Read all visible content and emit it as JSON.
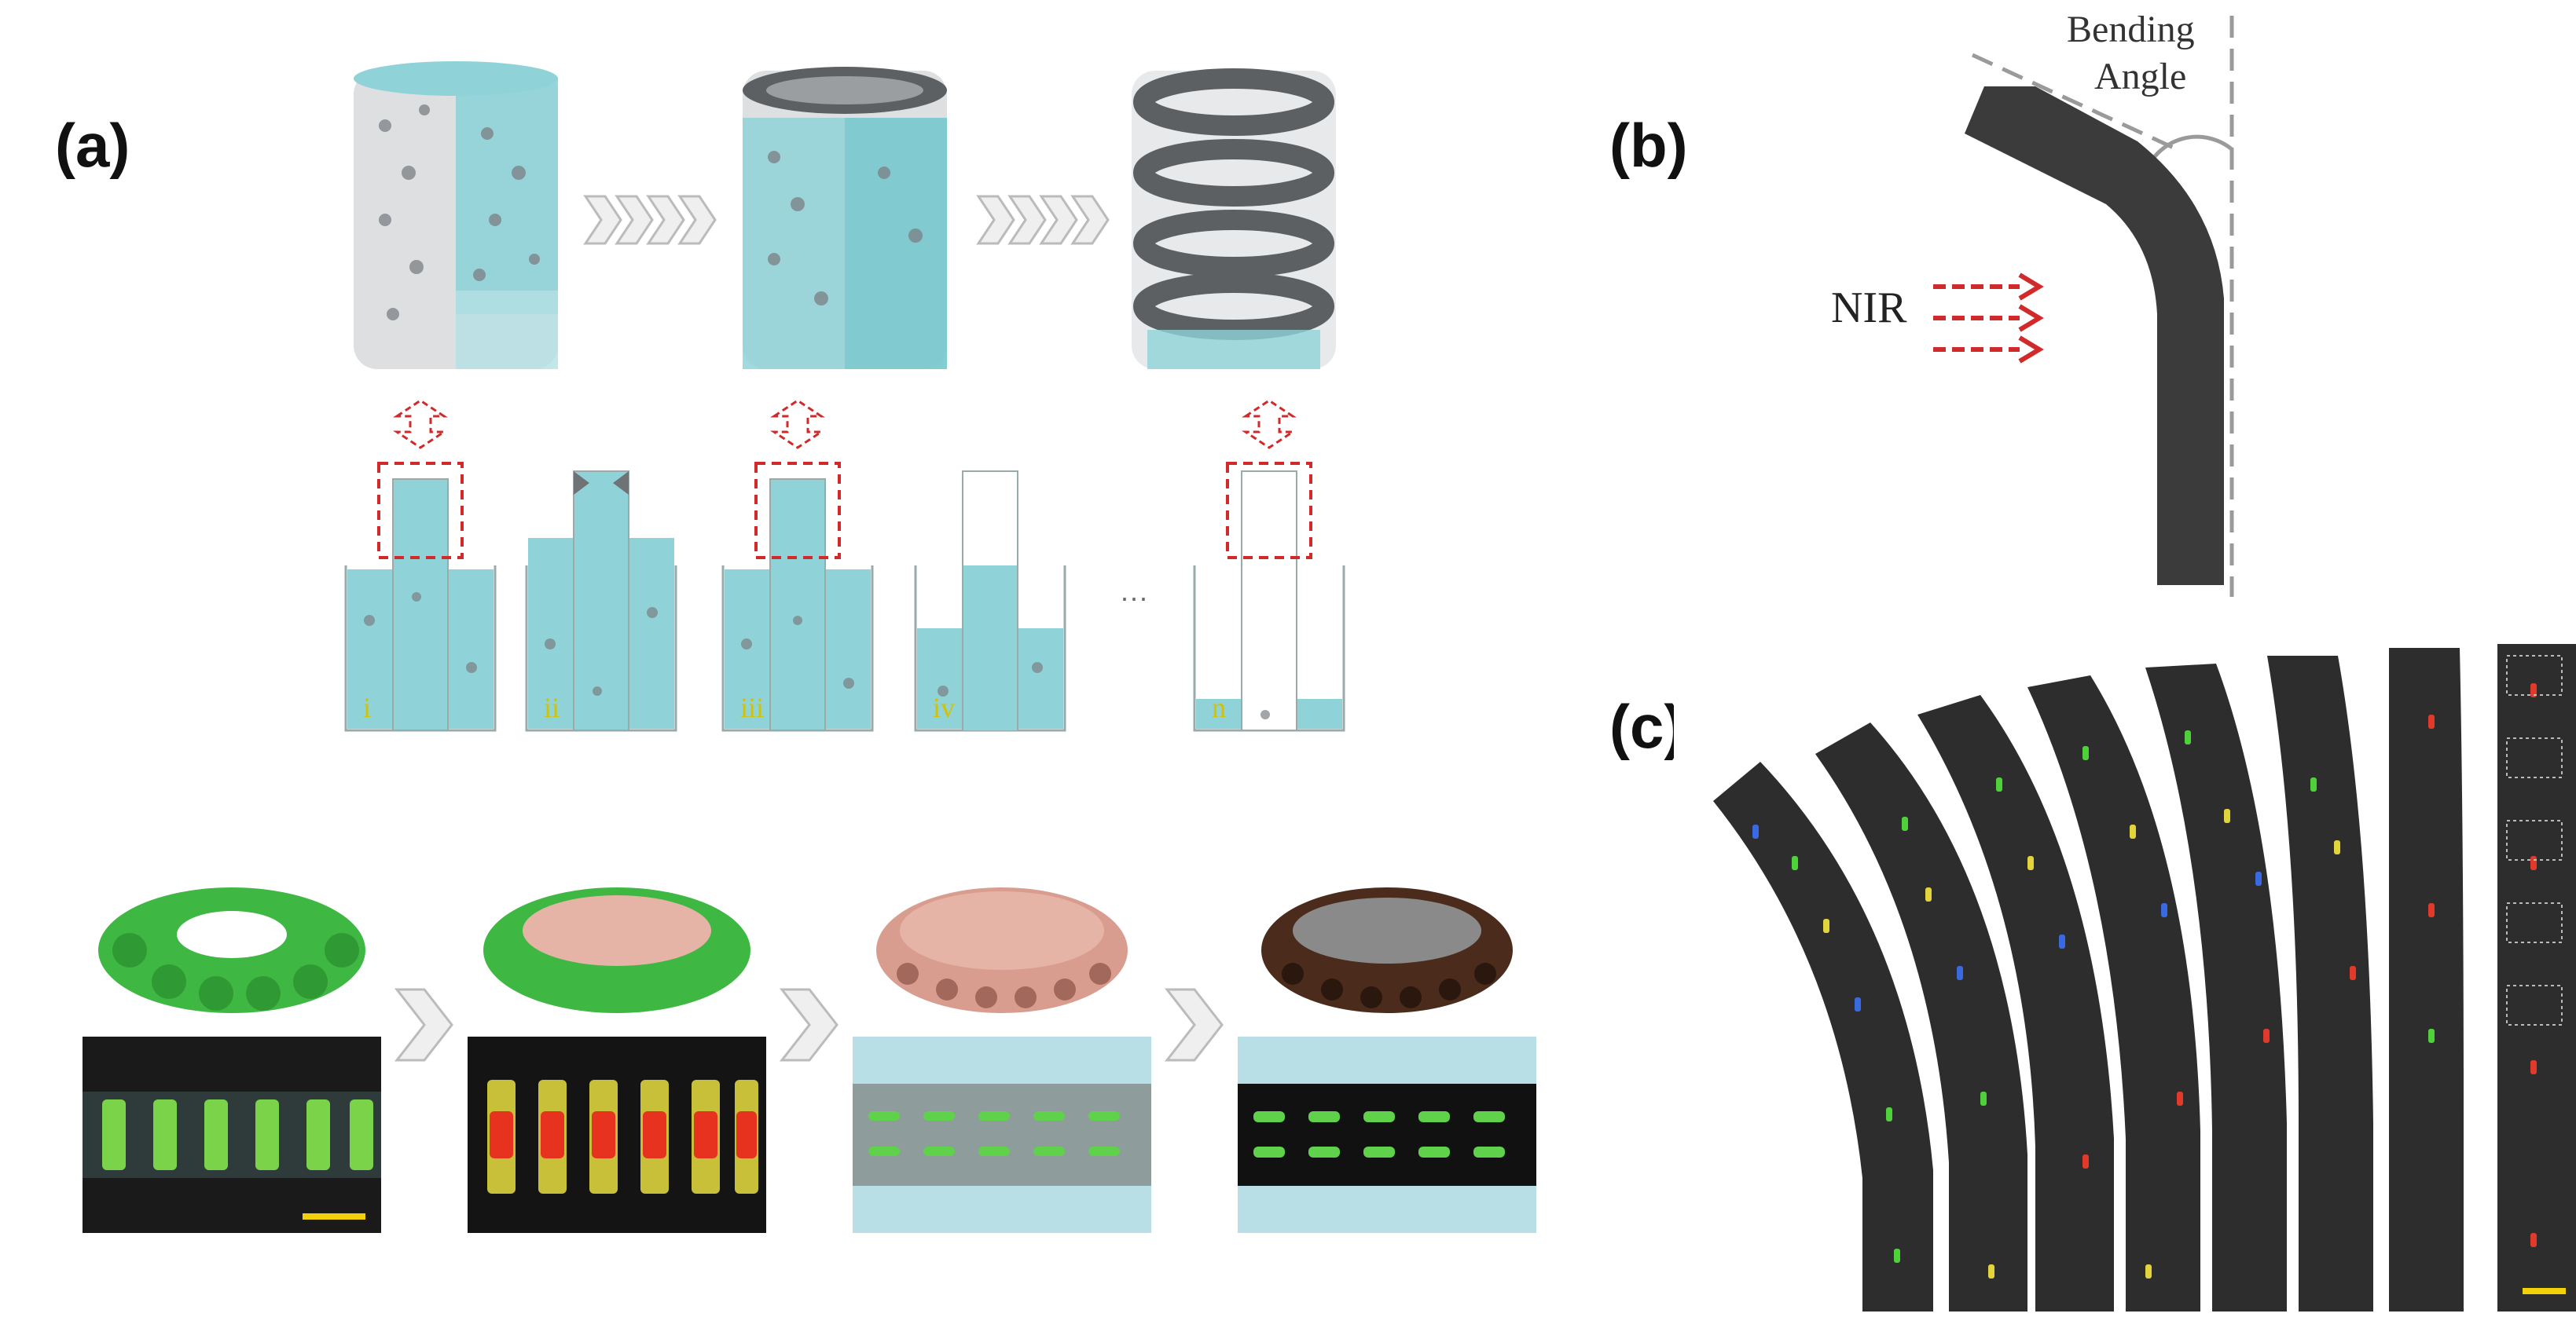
{
  "panels": {
    "a": {
      "label": "(a)"
    },
    "b": {
      "label": "(b)",
      "bending_label_1": "Bending",
      "bending_label_2": "Angle",
      "nir_label": "NIR"
    },
    "c": {
      "label": "(c)"
    }
  },
  "steps": [
    "i",
    "ii",
    "iii",
    "iv",
    "n"
  ],
  "ellipsis": "···",
  "colors": {
    "cyan": "#8fd3d8",
    "tube_gray": "#c9ccce",
    "particle": "#7b7f83",
    "dashed_red": "#d22a2a",
    "green_beads": "#3fb843",
    "pink_core": "#e6b4a6",
    "dark_brown": "#4a2b1c",
    "fiber_dark": "#2d2d2d",
    "scale_bar": "#f1d20a"
  }
}
